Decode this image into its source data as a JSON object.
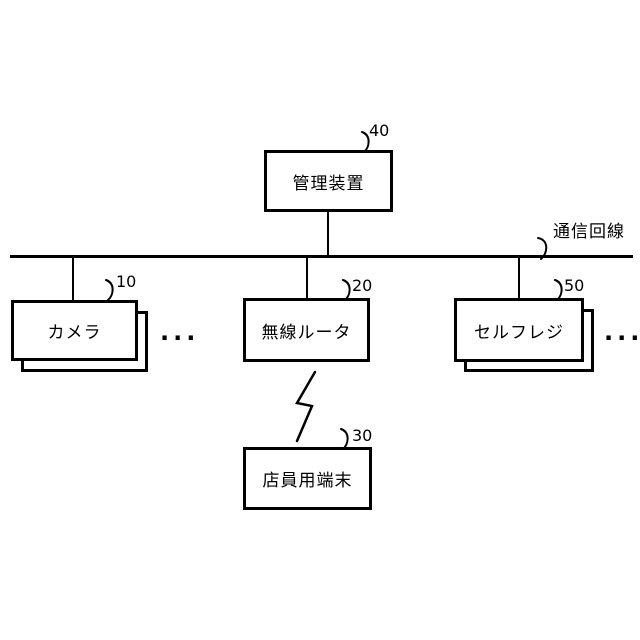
{
  "figure": {
    "bus": {
      "label": "通信回線"
    },
    "nodes": {
      "management": {
        "label": "管理装置",
        "ref": "40"
      },
      "camera": {
        "label": "カメラ",
        "ref": "10",
        "more": "..."
      },
      "router": {
        "label": "無線ルータ",
        "ref": "20"
      },
      "self_checkout": {
        "label": "セルフレジ",
        "ref": "50",
        "more": "..."
      },
      "staff_terminal": {
        "label": "店員用端末",
        "ref": "30"
      }
    },
    "colors": {
      "ink": "#000000",
      "background": "#ffffff"
    }
  }
}
